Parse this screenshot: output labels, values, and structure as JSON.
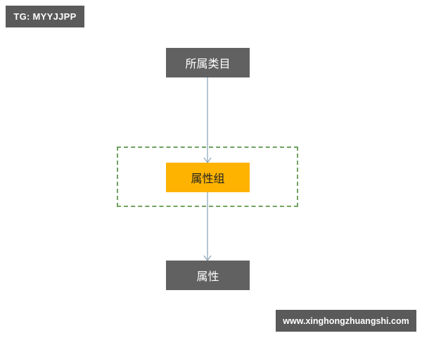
{
  "watermark_top": {
    "text": "TG: MYYJJPP"
  },
  "watermark_bottom": {
    "text": "www.xinghongzhuangshi.com"
  },
  "diagram": {
    "nodes": [
      {
        "id": "category",
        "label": "所属类目",
        "style": "dark"
      },
      {
        "id": "attribute-group",
        "label": "属性组",
        "style": "highlight"
      },
      {
        "id": "attribute",
        "label": "属性",
        "style": "dark"
      }
    ],
    "edges": [
      {
        "from": "category",
        "to": "attribute-group"
      },
      {
        "from": "attribute-group",
        "to": "attribute"
      }
    ],
    "group": {
      "contains": "attribute-group",
      "border": "dashed"
    },
    "colors": {
      "dark_node": "#616161",
      "highlight_node": "#fdb300",
      "group_border": "#6fa35f",
      "connector": "#8fa8bb"
    }
  }
}
